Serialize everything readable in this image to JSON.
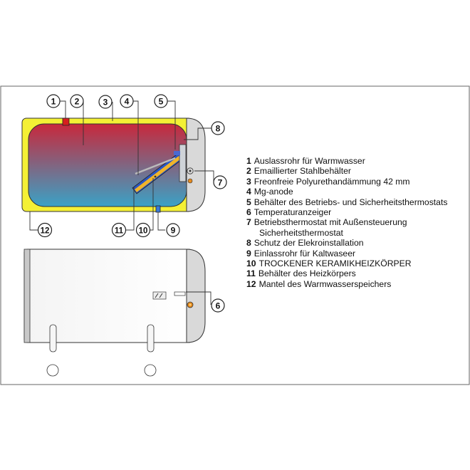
{
  "callouts": [
    "1",
    "2",
    "3",
    "4",
    "5",
    "8",
    "7",
    "12",
    "11",
    "10",
    "9",
    "6"
  ],
  "legend": [
    {
      "num": "1",
      "text": "Auslassrohr für Warmwasser"
    },
    {
      "num": "2",
      "text": "Emaillierter Stahlbehälter"
    },
    {
      "num": "3",
      "text": "Freonfreie Polyurethandämmung 42 mm"
    },
    {
      "num": "4",
      "text": "Mg-anode"
    },
    {
      "num": "5",
      "text": "Behälter des Betriebs- und Sicherheitsthermostats"
    },
    {
      "num": "6",
      "text": "Temperaturanzeiger"
    },
    {
      "num": "7",
      "text": "Betriebsthermostat mit Außensteuerung",
      "cont": "Sicherheitsthermostat"
    },
    {
      "num": "8",
      "text": "Schutz der Elekroinstallation"
    },
    {
      "num": "9",
      "text": "Einlassrohr für Kaltwaseer"
    },
    {
      "num": "10",
      "text": "TROCKENER KERAMIKHEIZKÖRPER"
    },
    {
      "num": "11",
      "text": "Behälter des Heizkörpers"
    },
    {
      "num": "12",
      "text": "Mantel des Warmwasserspeichers"
    }
  ],
  "colors": {
    "insulation": "#f4f035",
    "tank_hot": "#c8283c",
    "tank_cold": "#3aa2c6",
    "rod": "#f0b42a",
    "rod_sheath": "#2a56c4",
    "cover": "#d9d9d9",
    "outline": "#333333"
  }
}
